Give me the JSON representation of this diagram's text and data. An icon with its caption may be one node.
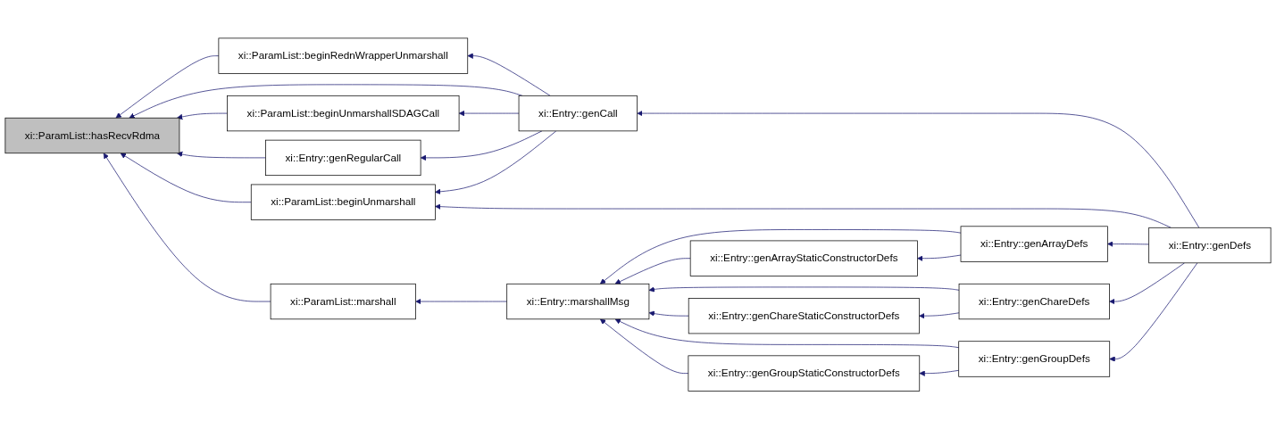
{
  "diagram": {
    "nodes": [
      {
        "text": [
          "xi::ParamList::hasRecvRdma"
        ]
      },
      {
        "text": [
          "xi::ParamList::beginRednWrapperUnmarshall"
        ]
      },
      {
        "text": [
          "xi::ParamList::beginUnmarshallSDAGCall"
        ]
      },
      {
        "text": [
          "xi::Entry::genRegularCall"
        ]
      },
      {
        "text": [
          "xi::ParamList::beginUnmarshall"
        ]
      },
      {
        "text": [
          "xi::ParamList::marshall"
        ]
      },
      {
        "text": [
          "xi::Entry::genCall"
        ]
      },
      {
        "text": [
          "xi::Entry::marshallMsg"
        ]
      },
      {
        "text": [
          "xi::Entry::genArrayStaticConstructorDefs"
        ]
      },
      {
        "text": [
          "xi::Entry::genChareStaticConstructorDefs"
        ]
      },
      {
        "text": [
          "xi::Entry::genGroupStaticConstructorDefs"
        ]
      },
      {
        "text": [
          "xi::Entry::genArrayDefs"
        ]
      },
      {
        "text": [
          "xi::Entry::genChareDefs"
        ]
      },
      {
        "text": [
          "xi::Entry::genGroupDefs"
        ]
      },
      {
        "text": [
          "xi::Entry::genDefs"
        ]
      }
    ],
    "edges": [
      {
        "from": 1,
        "to": 0,
        "arrow": "to"
      },
      {
        "from": 6,
        "to": 0,
        "arrow": "to"
      },
      {
        "from": 2,
        "to": 0,
        "arrow": "to"
      },
      {
        "from": 3,
        "to": 0,
        "arrow": "to"
      },
      {
        "from": 4,
        "to": 0,
        "arrow": "to"
      },
      {
        "from": 5,
        "to": 0,
        "arrow": "to"
      },
      {
        "from": 6,
        "to": 1,
        "arrow": "to"
      },
      {
        "from": 6,
        "to": 2,
        "arrow": "to"
      },
      {
        "from": 6,
        "to": 3,
        "arrow": "to"
      },
      {
        "from": 6,
        "to": 4,
        "arrow": "to"
      },
      {
        "from": 14,
        "to": 6,
        "arrow": "to"
      },
      {
        "from": 14,
        "to": 4,
        "arrow": "to"
      },
      {
        "from": 7,
        "to": 5,
        "arrow": "to"
      },
      {
        "from": 11,
        "to": 7,
        "arrow": "to"
      },
      {
        "from": 8,
        "to": 7,
        "arrow": "to"
      },
      {
        "from": 12,
        "to": 7,
        "arrow": "to"
      },
      {
        "from": 9,
        "to": 7,
        "arrow": "to"
      },
      {
        "from": 13,
        "to": 7,
        "arrow": "to"
      },
      {
        "from": 10,
        "to": 7,
        "arrow": "to"
      },
      {
        "from": 14,
        "to": 11,
        "arrow": "to"
      },
      {
        "from": 11,
        "to": 8,
        "arrow": "to"
      },
      {
        "from": 14,
        "to": 12,
        "arrow": "to"
      },
      {
        "from": 12,
        "to": 9,
        "arrow": "to"
      },
      {
        "from": 14,
        "to": 13,
        "arrow": "to"
      },
      {
        "from": 13,
        "to": 10,
        "arrow": "to"
      }
    ]
  }
}
